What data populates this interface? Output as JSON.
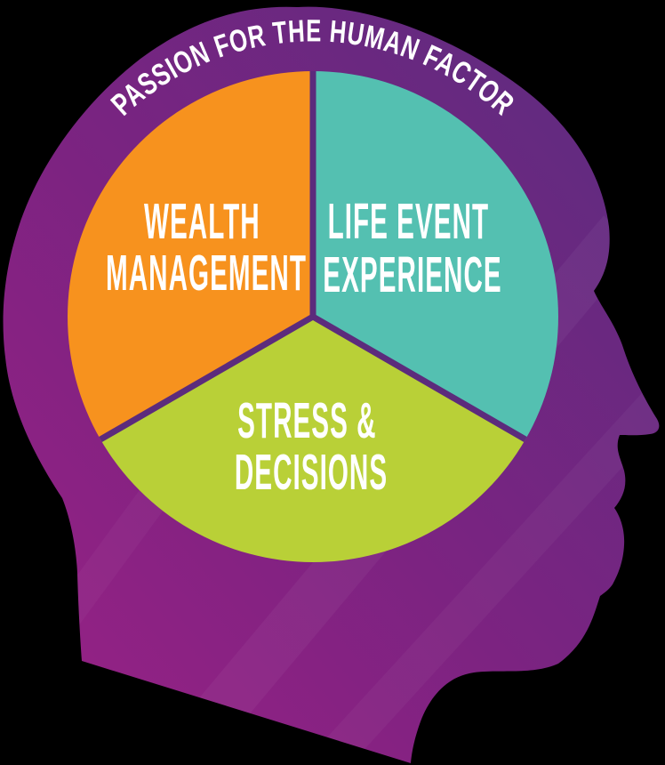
{
  "background_color": "#000000",
  "arc_title": {
    "text": "PASSION FOR THE HUMAN FACTOR",
    "color": "#ffffff"
  },
  "head": {
    "shape": "human-head-profile-facing-right",
    "gradient_top_right": "#5a2d80",
    "gradient_mid": "#7c2381",
    "gradient_bottom_left": "#9a2185"
  },
  "chart_data": {
    "type": "pie",
    "title": "PASSION FOR THE HUMAN FACTOR",
    "legend_position": "none",
    "divider_color": "#5c2b7c",
    "label_color": "#ffffff",
    "segments": [
      {
        "label": "WEALTH MANAGEMENT",
        "lines": [
          "WEALTH",
          "MANAGEMENT"
        ],
        "value_fraction": 0.333,
        "color": "#f7921e"
      },
      {
        "label": "LIFE EVENT EXPERIENCE",
        "lines": [
          "LIFE EVENT",
          "EXPERIENCE"
        ],
        "value_fraction": 0.333,
        "color": "#54c0b1"
      },
      {
        "label": "STRESS & DECISIONS",
        "lines": [
          "STRESS &",
          "DECISIONS"
        ],
        "value_fraction": 0.333,
        "color": "#b9d037"
      }
    ]
  }
}
